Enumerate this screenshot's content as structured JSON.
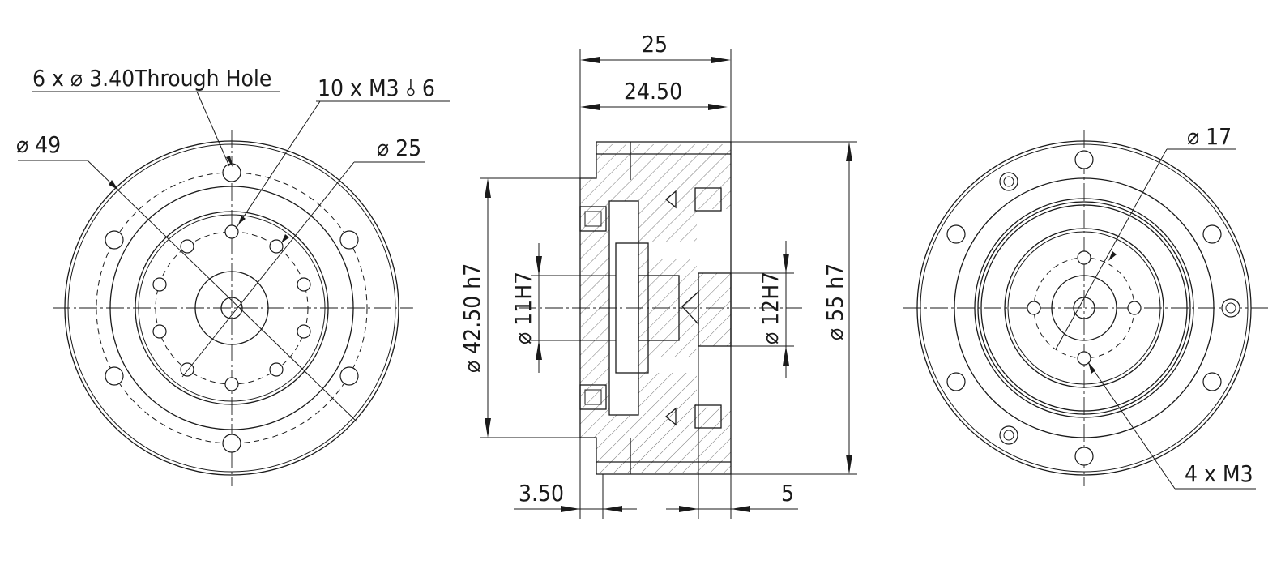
{
  "front_view": {
    "label_through_hole": "6 x ⌀ 3.40Through Hole",
    "label_tapped": "10 x M3 ⫰ 6",
    "label_od": "⌀ 49",
    "label_pcd": "⌀ 25"
  },
  "section_view": {
    "label_total_length": "25",
    "label_body_length": "24.50",
    "label_pilot": "⌀ 42.50 h7",
    "label_input_bore": "⌀ 11H7",
    "label_output_bore": "⌀ 12H7",
    "label_od": "⌀ 55 h7",
    "label_flange": "3.50",
    "label_output_depth": "5"
  },
  "rear_view": {
    "label_pcd": "⌀ 17",
    "label_tapped": "4 x M3"
  }
}
